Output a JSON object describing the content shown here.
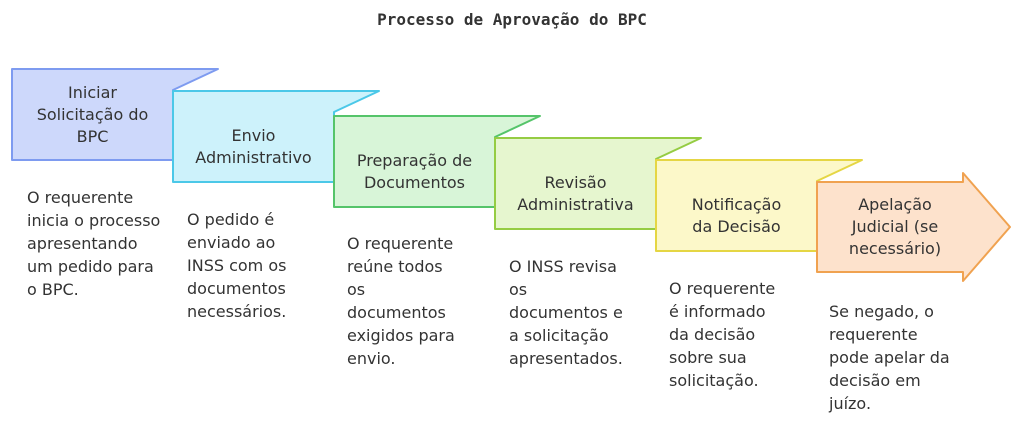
{
  "title": "Processo de Aprovação do BPC",
  "colors": {
    "step1": {
      "fill": "#cdd8fb",
      "stroke": "#7e9bf0"
    },
    "step2": {
      "fill": "#cdf2fb",
      "stroke": "#4bc8e8"
    },
    "step3": {
      "fill": "#d8f5d8",
      "stroke": "#55c46a"
    },
    "step4": {
      "fill": "#e6f6cf",
      "stroke": "#95cc43"
    },
    "step5": {
      "fill": "#fcf8c9",
      "stroke": "#e5d644"
    },
    "step6": {
      "fill": "#fde2cc",
      "stroke": "#f0a250"
    }
  },
  "steps": [
    {
      "label": "Iniciar\nSolicitação do\nBPC",
      "description": "O requerente\ninicia o processo\napresentando\num pedido para\no BPC."
    },
    {
      "label": "Envio\nAdministrativo",
      "description": "O pedido é\nenviado ao\nINSS com os\ndocumentos\nnecessários."
    },
    {
      "label": "Preparação de\nDocumentos",
      "description": "O requerente\nreúne todos\nos\ndocumentos\nexigidos para\nenvio."
    },
    {
      "label": "Revisão\nAdministrativa",
      "description": "O INSS revisa\nos\ndocumentos e\na solicitação\napresentados."
    },
    {
      "label": "Notificação\nda Decisão",
      "description": "O requerente\né informado\nda decisão\nsobre sua\nsolicitação."
    },
    {
      "label": "Apelação\nJudicial (se\nnecessário)",
      "description": "Se negado, o\nrequerente\npode apelar da\ndecisão em\njuízo."
    }
  ]
}
